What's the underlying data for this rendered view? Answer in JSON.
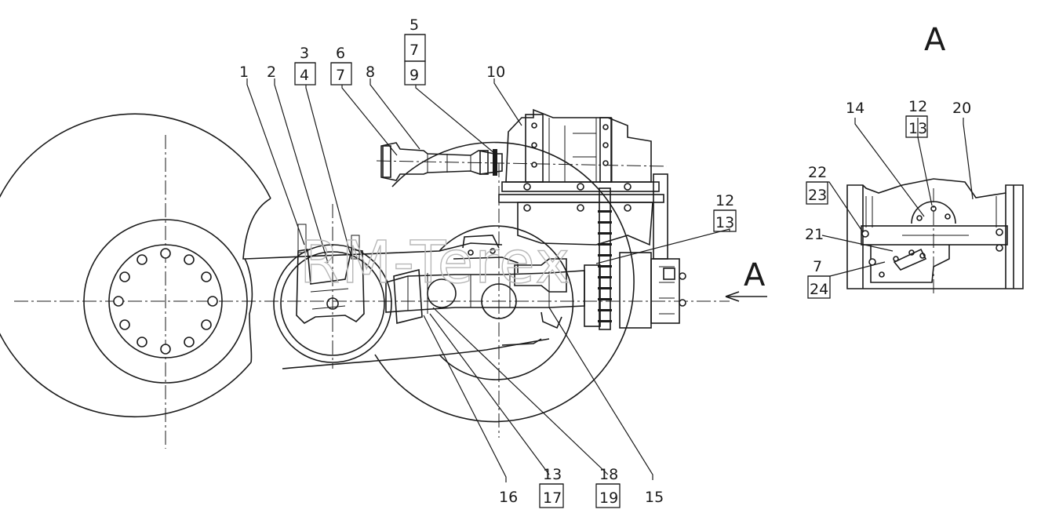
{
  "view_label": "A",
  "direction_arrow_label": "A",
  "watermark": "RM-Terex",
  "callouts": {
    "c1": "1",
    "c2": "2",
    "c3": "3",
    "c4": "4",
    "c5": "5",
    "c6": "6",
    "c7a": "7",
    "c7b": "7",
    "c7c": "7",
    "c8": "8",
    "c9": "9",
    "c10": "10",
    "c12a": "12",
    "c13a": "13",
    "c12b": "12",
    "c13b": "13",
    "c13c": "13",
    "c14": "14",
    "c15": "15",
    "c16": "16",
    "c17": "17",
    "c18": "18",
    "c19": "19",
    "c20": "20",
    "c21": "21",
    "c22": "22",
    "c23": "23",
    "c24": "24"
  }
}
